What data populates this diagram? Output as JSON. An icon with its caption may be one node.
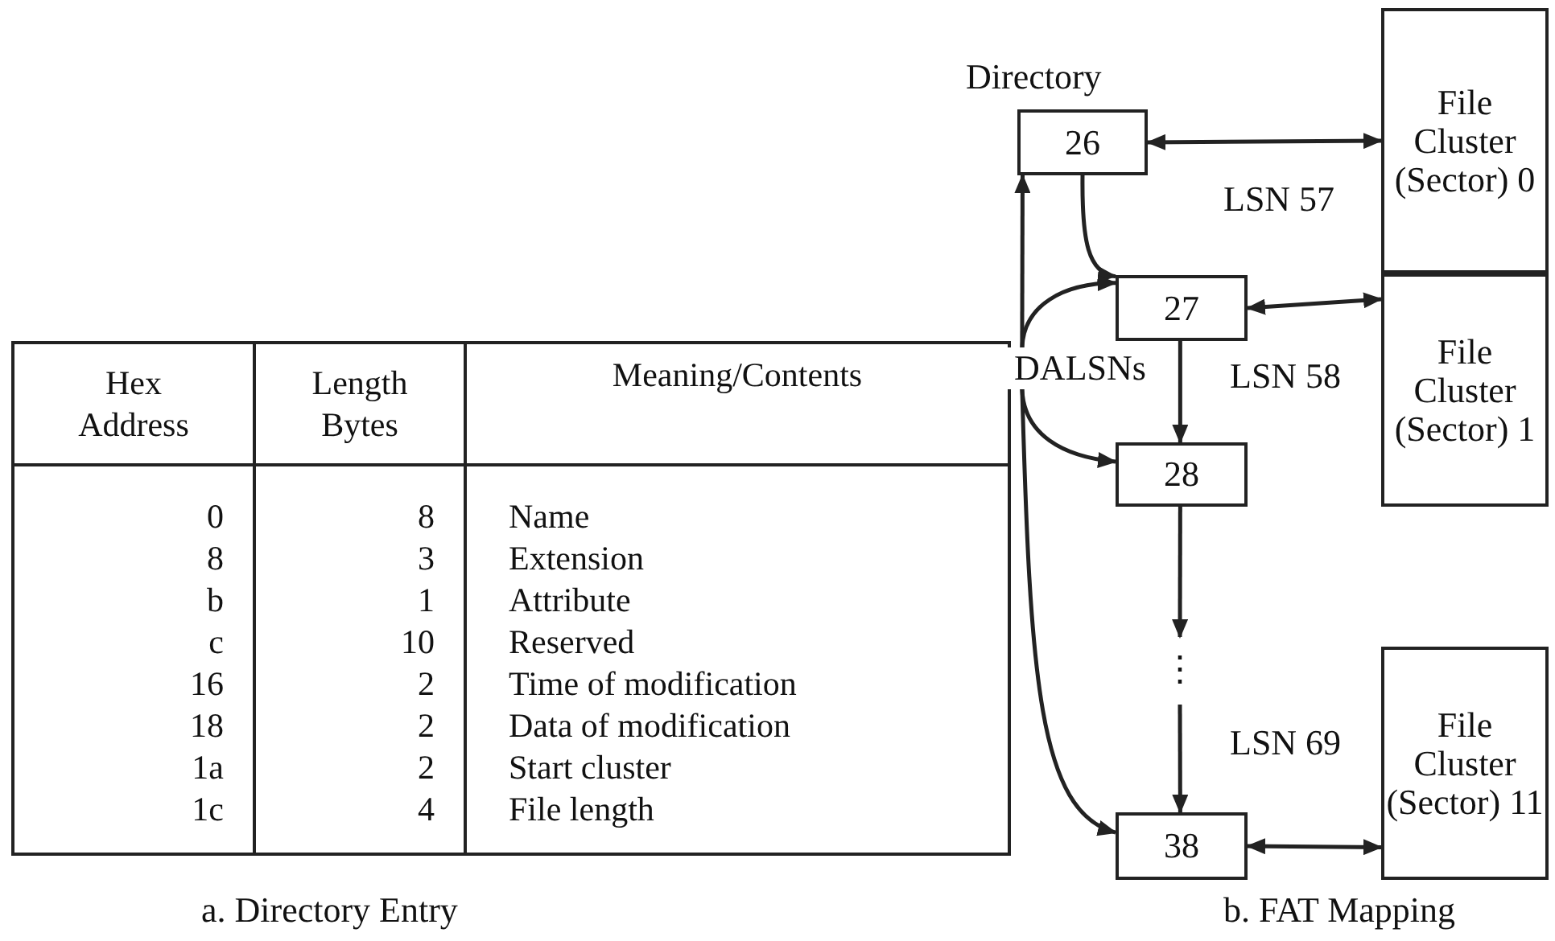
{
  "diagram": {
    "nodes": [
      {
        "text": [
          "26"
        ],
        "beside": [
          "Directory"
        ]
      },
      {
        "text": [
          "27"
        ]
      },
      {
        "text": [
          "28"
        ]
      },
      {
        "text": [
          "38"
        ]
      },
      {
        "text": [
          "File Cluster (Sector) 0"
        ]
      },
      {
        "text": [
          "File Cluster (Sector) 1"
        ]
      },
      {
        "text": [
          "File Cluster (Sector) 11"
        ]
      },
      {
        "text": [
          "DALSNs"
        ]
      },
      {
        "text": [
          "⋮"
        ]
      }
    ],
    "edges": [
      {
        "from": 0,
        "to": 4,
        "arrow": "both",
        "label": "LSN 57"
      },
      {
        "from": 1,
        "to": 5,
        "arrow": "both",
        "label": "LSN 58"
      },
      {
        "from": 3,
        "to": 6,
        "arrow": "both",
        "label": "LSN 69"
      },
      {
        "from": 0,
        "to": 1,
        "arrow": "to"
      },
      {
        "from": 1,
        "to": 2,
        "arrow": "to"
      },
      {
        "from": 2,
        "to": 8,
        "arrow": "to"
      },
      {
        "from": 8,
        "to": 3,
        "arrow": "to"
      },
      {
        "from": 7,
        "to": 0,
        "arrow": "to"
      },
      {
        "from": 7,
        "to": 1,
        "arrow": "to"
      },
      {
        "from": 7,
        "to": 2,
        "arrow": "to"
      },
      {
        "from": 7,
        "to": 3,
        "arrow": "to"
      }
    ],
    "labels": [
      "Hex Address",
      "Length Bytes",
      "Meaning/Contents",
      "0",
      "8",
      "Name",
      "8",
      "3",
      "Extension",
      "b",
      "1",
      "Attribute",
      "c",
      "10",
      "Reserved",
      "16",
      "2",
      "Time of modification",
      "18",
      "2",
      "Data of modification",
      "1a",
      "2",
      "Start cluster",
      "1c",
      "4",
      "File length",
      "a. Directory Entry",
      "b. FAT Mapping"
    ]
  }
}
